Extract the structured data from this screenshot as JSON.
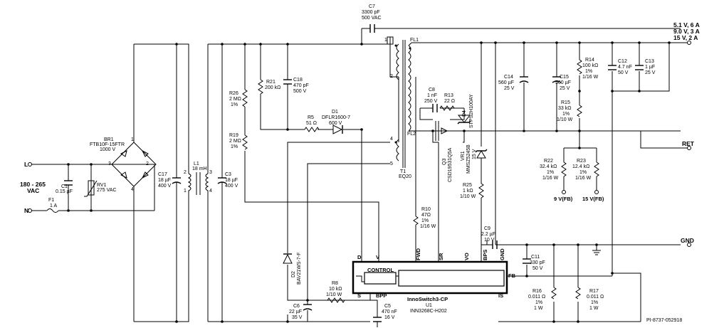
{
  "inputs": {
    "line": "L",
    "neutral": "N",
    "voltage_range": [
      "180 - 265",
      "VAC"
    ]
  },
  "outputs": {
    "main_rail": [
      "5.1 V, 6 A",
      "9.0 V, 3 A",
      "15 V, 2 A"
    ],
    "ret": "RET",
    "gnd": "GND",
    "fb_9v": "9 V(FB)",
    "fb_15v": "15 V(FB)"
  },
  "components": {
    "F1": [
      "F1",
      "1 A"
    ],
    "C1": [
      "C1",
      "0.15 µF"
    ],
    "RV1": [
      "RV1",
      "275 VAC"
    ],
    "BR1": [
      "BR1",
      "FTB10F-15FTR",
      "1000 V"
    ],
    "C17": [
      "C17",
      "18 µF",
      "400 V"
    ],
    "L1": [
      "L1",
      "18 mH"
    ],
    "C3": [
      "C3",
      "18 µF",
      "400 V"
    ],
    "R26": [
      "R26",
      "2 MΩ",
      "1%"
    ],
    "R19": [
      "R19",
      "2 MΩ",
      "1%"
    ],
    "R21": [
      "R21",
      "200 kΩ"
    ],
    "C18": [
      "C18",
      "470 pF",
      "500 V"
    ],
    "R5": [
      "R5",
      "51 Ω"
    ],
    "D1": [
      "D1",
      "DFLR1600-7",
      "600 V"
    ],
    "C7": [
      "C7",
      "3300 pF",
      "500 VAC"
    ],
    "T1": [
      "T1",
      "EQ20"
    ],
    "FL1": "FL1",
    "FL2": "FL2",
    "C8": [
      "C8",
      "1 nF",
      "250 V"
    ],
    "R13": [
      "R13",
      "22 Ω"
    ],
    "D4": [
      "D4",
      "STPS2H100AY"
    ],
    "Q3": [
      "Q3",
      "CSD19531Q5A"
    ],
    "VR1": [
      "VR1",
      "MMSZ5245B",
      "15 V"
    ],
    "C14": [
      "C14",
      "560 µF",
      "25 V"
    ],
    "C15": [
      "C15",
      "560 µF",
      "25 V"
    ],
    "R14": [
      "R14",
      "100 kΩ",
      "1%",
      "1/16 W"
    ],
    "C12": [
      "C12",
      "4.7 nF",
      "50 V"
    ],
    "C13": [
      "C13",
      "1 µF",
      "25 V"
    ],
    "R15": [
      "R15",
      "33 kΩ",
      "1%",
      "1/10 W"
    ],
    "R22": [
      "R22",
      "32.4 kΩ",
      "1%",
      "1/16 W"
    ],
    "R23": [
      "R23",
      "12.4 kΩ",
      "1%",
      "1/16 W"
    ],
    "R25": [
      "R25",
      "1 kΩ",
      "1/10 W"
    ],
    "R10": [
      "R10",
      "47Ω",
      "1%",
      "1/16 W"
    ],
    "C9": [
      "C9",
      "2.2 µF",
      "10 V"
    ],
    "C11": [
      "C11",
      "330 pF",
      "50 V"
    ],
    "D2": [
      "D2",
      "BAV21WS-7-F"
    ],
    "R8": [
      "R8",
      "10 kΩ",
      "1/10 W"
    ],
    "C6": [
      "C6",
      "22 µF",
      "35 V"
    ],
    "C5": [
      "C5",
      "470 nF",
      "16 V"
    ],
    "R16": [
      "R16",
      "0.011 Ω",
      "1%",
      "1 W"
    ],
    "R17": [
      "R17",
      "0.011 Ω",
      "1%",
      "1 W"
    ]
  },
  "ic": {
    "name": "InnoSwitch3-CP",
    "ref": "U1",
    "part": "INN3268C-H202",
    "control": "CONTROL",
    "pins": {
      "D": "D",
      "V": "V",
      "S": "S",
      "BPP": "BPP",
      "FWD": "FWD",
      "SR": "SR",
      "VO": "VO",
      "BPS": "BPS",
      "GND": "GND",
      "FB": "FB",
      "IS": "IS"
    }
  },
  "transformer_pins": [
    "1",
    "2",
    "4",
    "5"
  ],
  "choke_pins": [
    "1",
    "2",
    "3",
    "4"
  ],
  "bridge_pins": [
    "1",
    "2",
    "3",
    "4"
  ],
  "drawing_id": "PI-8737-052918"
}
